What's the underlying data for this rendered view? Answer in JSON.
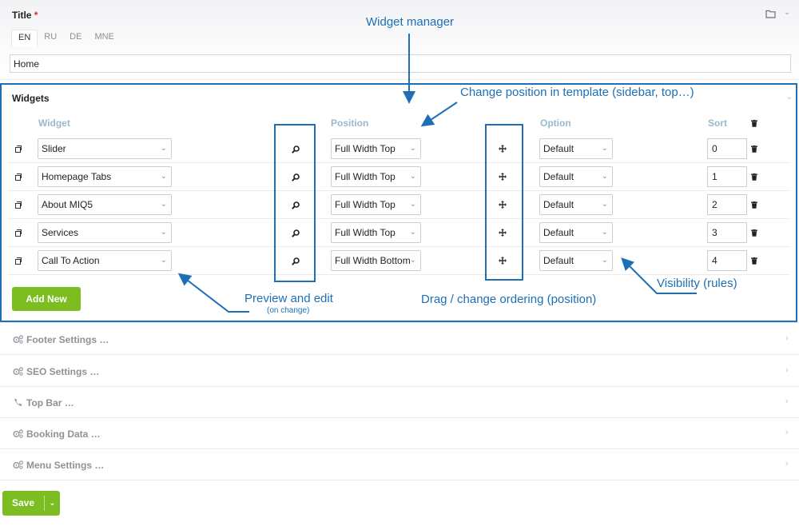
{
  "title_field": {
    "label": "Title",
    "required_mark": "*",
    "languages": [
      "EN",
      "RU",
      "DE",
      "MNE"
    ],
    "active_language": "EN",
    "value": "Home"
  },
  "widgets": {
    "panel_title": "Widgets",
    "columns": {
      "widget": "Widget",
      "position": "Position",
      "option": "Option",
      "sort": "Sort"
    },
    "rows": [
      {
        "widget": "Slider",
        "position": "Full Width Top",
        "option": "Default",
        "sort": "0"
      },
      {
        "widget": "Homepage Tabs",
        "position": "Full Width Top",
        "option": "Default",
        "sort": "1"
      },
      {
        "widget": "About MIQ5",
        "position": "Full Width Top",
        "option": "Default",
        "sort": "2"
      },
      {
        "widget": "Services",
        "position": "Full Width Top",
        "option": "Default",
        "sort": "3"
      },
      {
        "widget": "Call To Action",
        "position": "Full Width Bottom",
        "option": "Default",
        "sort": "4"
      }
    ],
    "add_button": "Add New"
  },
  "sections": [
    {
      "label": "Footer Settings …",
      "icon": "gears-icon"
    },
    {
      "label": "SEO Settings …",
      "icon": "gears-icon"
    },
    {
      "label": "Top Bar …",
      "icon": "phone-icon"
    },
    {
      "label": "Booking Data …",
      "icon": "gears-icon"
    },
    {
      "label": "Menu Settings …",
      "icon": "gears-icon"
    }
  ],
  "save": {
    "label": "Save"
  },
  "annotations": {
    "widget_manager": "Widget manager",
    "change_position": "Change position in template (sidebar, top…)",
    "preview_edit": "Preview and edit",
    "preview_edit_sub": "(on change)",
    "drag_ordering": "Drag / change ordering (position)",
    "visibility": "Visibility (rules)"
  },
  "colors": {
    "accent_green": "#7cbd22",
    "annotation_blue": "#1e6fb5",
    "column_header": "#9ab8cc",
    "required_red": "#d9252b"
  }
}
